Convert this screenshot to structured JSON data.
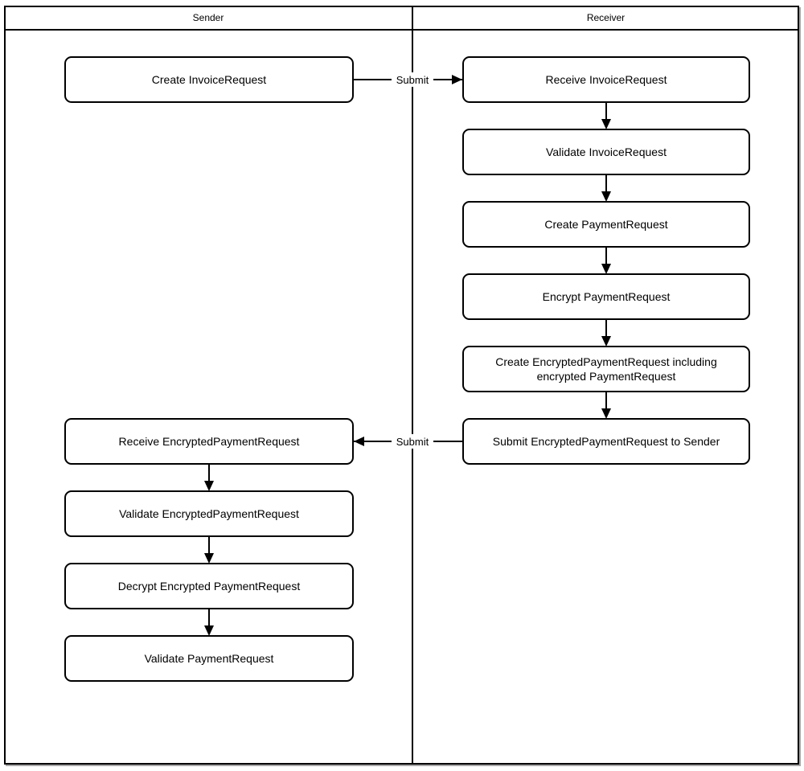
{
  "diagram": {
    "type": "swimlane-flowchart",
    "lanes": [
      {
        "label": "Sender"
      },
      {
        "label": "Receiver"
      }
    ],
    "nodes": {
      "create_invoice_request": "Create InvoiceRequest",
      "receive_invoice_request": "Receive InvoiceRequest",
      "validate_invoice_request": "Validate InvoiceRequest",
      "create_payment_request": "Create PaymentRequest",
      "encrypt_payment_request": "Encrypt PaymentRequest",
      "create_encrypted_payment_request": "Create EncryptedPaymentRequest including encrypted PaymentRequest",
      "submit_encrypted_payment_request": "Submit EncryptedPaymentRequest to Sender",
      "receive_encrypted_payment_request": "Receive EncryptedPaymentRequest",
      "validate_encrypted_payment_request": "Validate EncryptedPaymentRequest",
      "decrypt_encrypted_payment_request": "Decrypt Encrypted PaymentRequest",
      "validate_payment_request": "Validate PaymentRequest"
    },
    "edge_labels": {
      "submit_to_receiver": "Submit",
      "submit_to_sender": "Submit"
    },
    "edges": [
      {
        "from": "Create InvoiceRequest",
        "to": "Receive InvoiceRequest",
        "label": "Submit"
      },
      {
        "from": "Receive InvoiceRequest",
        "to": "Validate InvoiceRequest",
        "label": ""
      },
      {
        "from": "Validate InvoiceRequest",
        "to": "Create PaymentRequest",
        "label": ""
      },
      {
        "from": "Create PaymentRequest",
        "to": "Encrypt PaymentRequest",
        "label": ""
      },
      {
        "from": "Encrypt PaymentRequest",
        "to": "Create EncryptedPaymentRequest including encrypted PaymentRequest",
        "label": ""
      },
      {
        "from": "Create EncryptedPaymentRequest including encrypted PaymentRequest",
        "to": "Submit EncryptedPaymentRequest to Sender",
        "label": ""
      },
      {
        "from": "Submit EncryptedPaymentRequest to Sender",
        "to": "Receive EncryptedPaymentRequest",
        "label": "Submit"
      },
      {
        "from": "Receive EncryptedPaymentRequest",
        "to": "Validate EncryptedPaymentRequest",
        "label": ""
      },
      {
        "from": "Validate EncryptedPaymentRequest",
        "to": "Decrypt Encrypted PaymentRequest",
        "label": ""
      },
      {
        "from": "Decrypt Encrypted PaymentRequest",
        "to": "Validate PaymentRequest",
        "label": ""
      }
    ],
    "colors": {
      "line": "#000000",
      "node_fill": "#ffffff",
      "background": "#ffffff",
      "text": "#000000"
    }
  }
}
